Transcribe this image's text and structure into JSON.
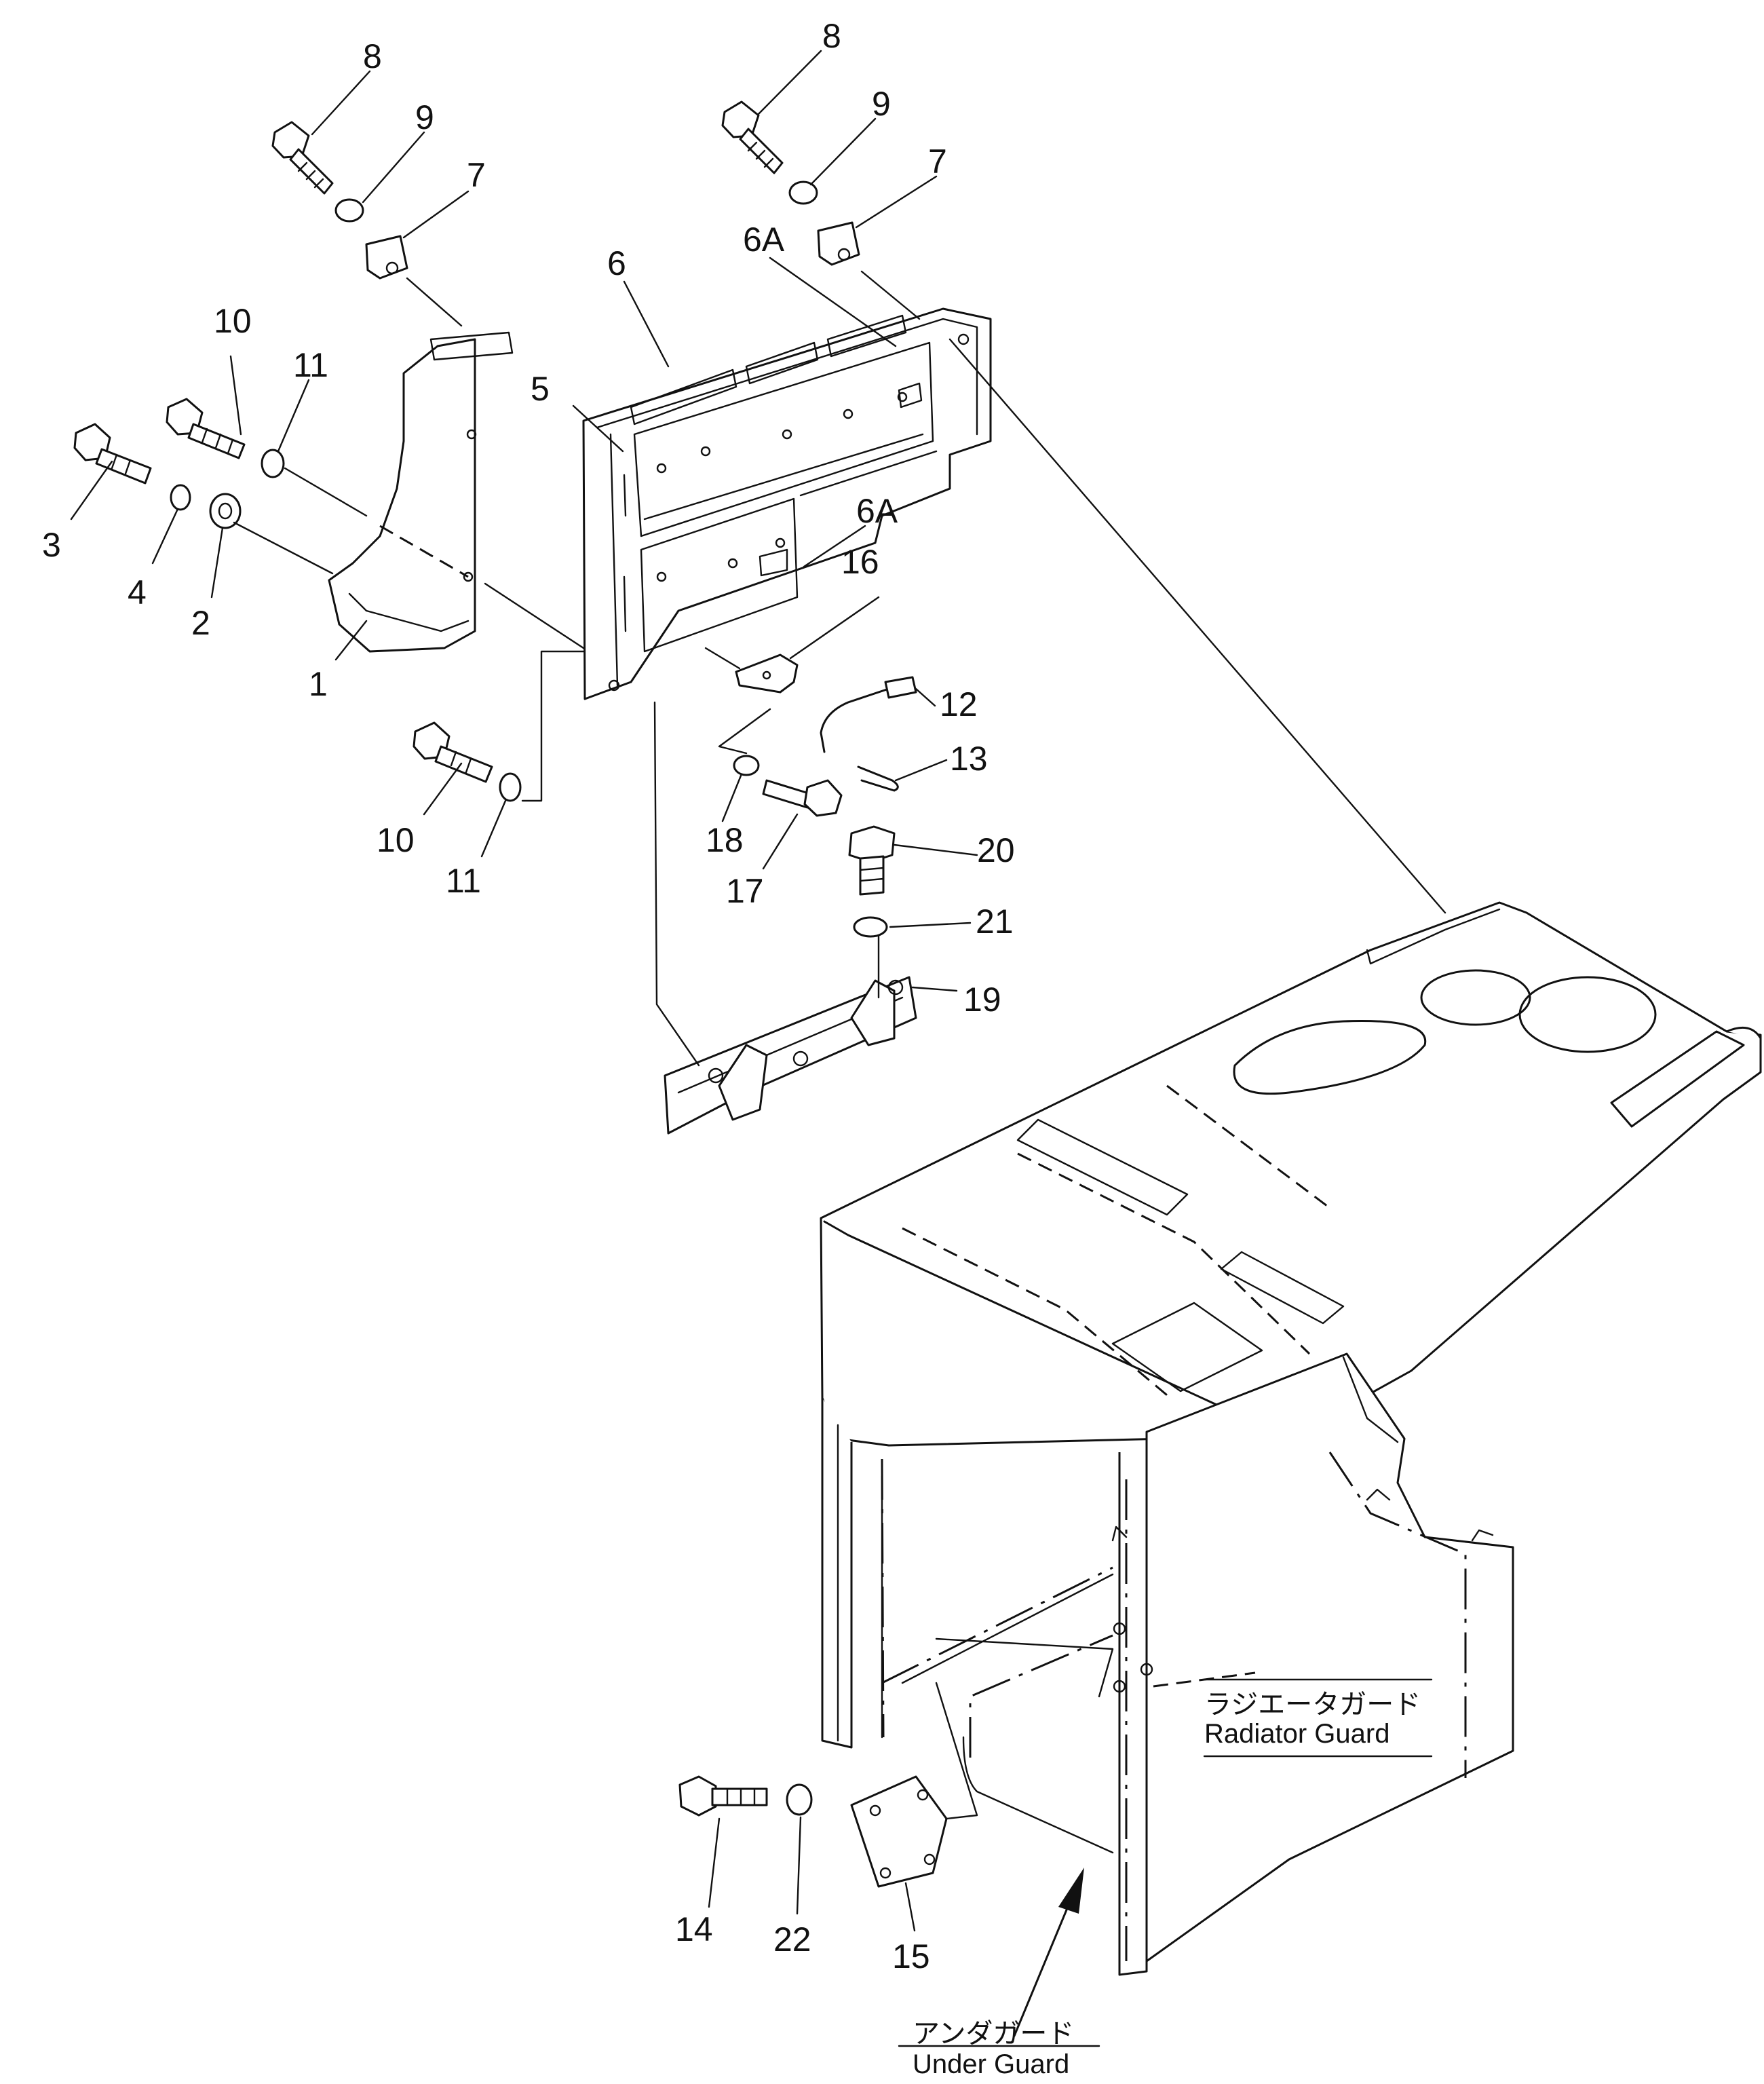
{
  "callouts": [
    "1",
    "2",
    "3",
    "4",
    "5",
    "6",
    "6A",
    "6A",
    "7",
    "7",
    "8",
    "8",
    "9",
    "9",
    "10",
    "10",
    "11",
    "11",
    "12",
    "13",
    "14",
    "15",
    "16",
    "17",
    "18",
    "19",
    "20",
    "21",
    "22"
  ],
  "labels": {
    "radiator_guard_jp": "ラジエータガード",
    "radiator_guard_en": "Radiator  Guard",
    "under_guard_jp": "アンダガード",
    "under_guard_en": "Under  Guard"
  }
}
